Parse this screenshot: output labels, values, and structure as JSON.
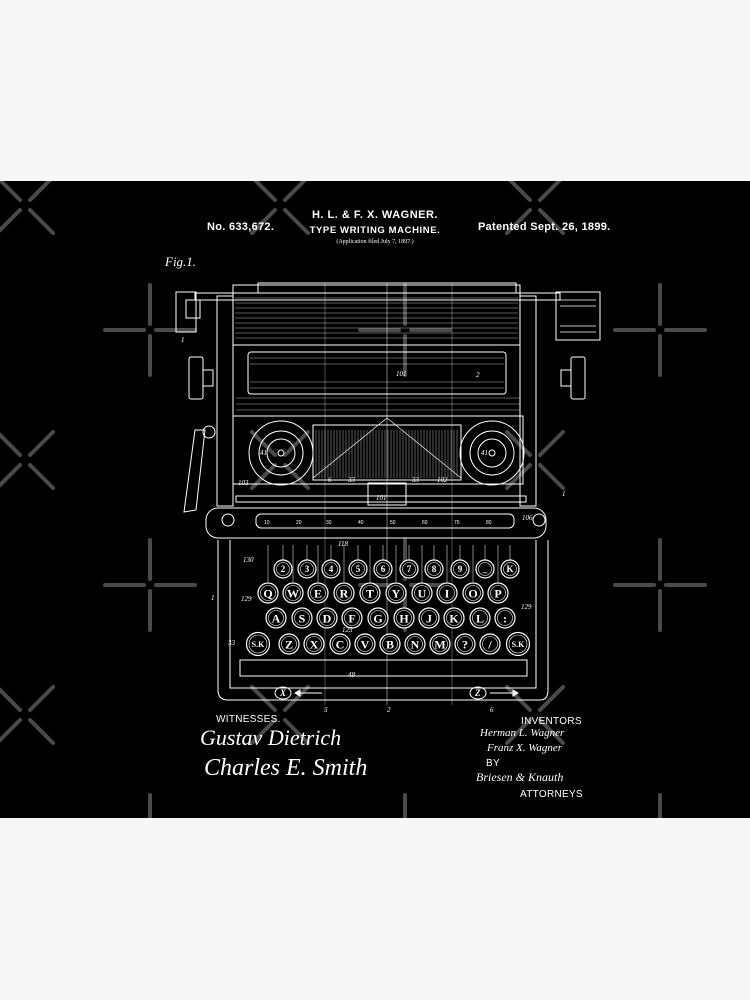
{
  "patent": {
    "number": "No. 633,672.",
    "inventors_header": "H. L. & F. X. WAGNER.",
    "title": "TYPE WRITING MACHINE.",
    "application": "(Application filed July 7, 1897.)",
    "patented": "Patented Sept. 26, 1899.",
    "figure_label": "Fig.1."
  },
  "drawing": {
    "subject": "typewriter-front-view",
    "reference_numerals": [
      "1",
      "2",
      "5",
      "6",
      "33",
      "41",
      "48",
      "101",
      "102",
      "103",
      "106",
      "118",
      "125",
      "129",
      "130"
    ],
    "scale_numbers": [
      "10",
      "20",
      "30",
      "40",
      "50",
      "60",
      "70",
      "80"
    ],
    "arrow_labels": {
      "left": "X",
      "right": "Z"
    },
    "keyboard": {
      "number_row": [
        "2",
        "3",
        "4",
        "5",
        "6",
        "7",
        "8",
        "9",
        "_",
        "K"
      ],
      "top_row": [
        "Q",
        "W",
        "E",
        "R",
        "T",
        "Y",
        "U",
        "I",
        "O",
        "P"
      ],
      "home_row": [
        "A",
        "S",
        "D",
        "F",
        "G",
        "H",
        "J",
        "K",
        "L",
        ":"
      ],
      "bottom_row": [
        "S.K",
        "Z",
        "X",
        "C",
        "V",
        "B",
        "N",
        "M",
        "?",
        "/",
        "S.K"
      ]
    }
  },
  "footer": {
    "witnesses_label": "WITNESSES.",
    "witness_signatures": [
      "Gustav Dietrich",
      "Charles E. Smith"
    ],
    "inventors_label": "INVENTORS",
    "inventor_signatures": [
      "Herman L. Wagner",
      "Franz X. Wagner"
    ],
    "by_label": "BY",
    "attorney_signature": "Briesen & Knauth",
    "attorneys_label": "ATTORNEYS"
  },
  "colors": {
    "page_bg": "#f7f7f7",
    "panel_bg": "#000000",
    "ink": "#ffffff",
    "watermark": "#4a4a4a"
  }
}
